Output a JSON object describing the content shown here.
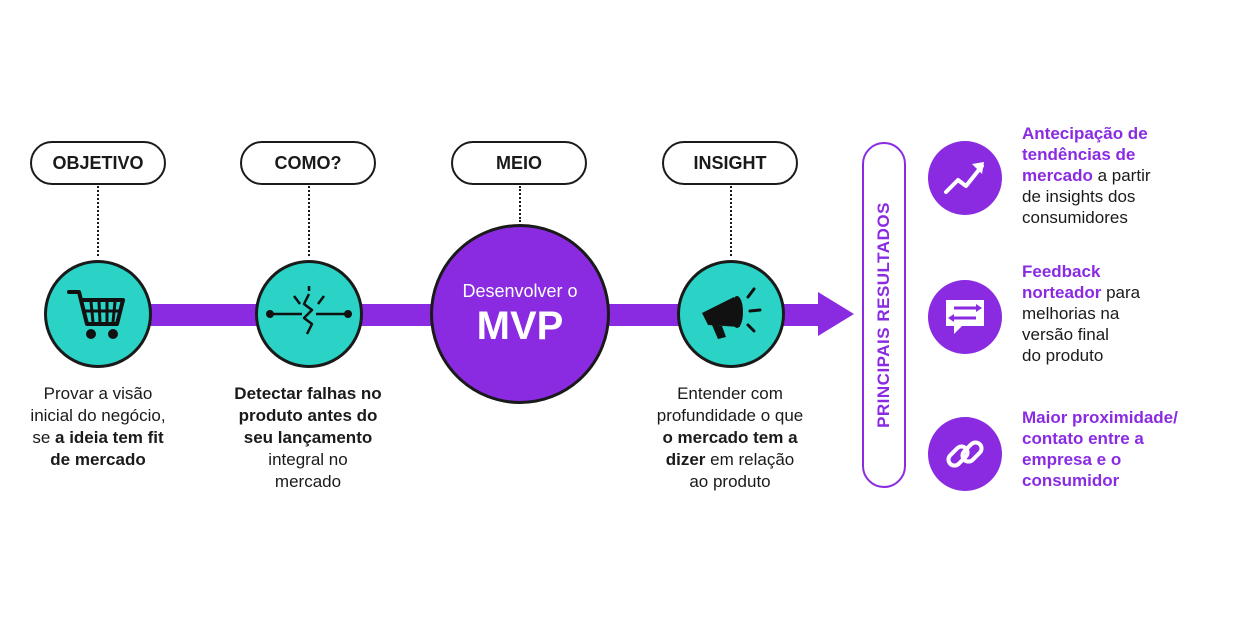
{
  "labels": {
    "objetivo": "OBJETIVO",
    "como": "COMO?",
    "meio": "MEIO",
    "insight": "INSIGHT"
  },
  "mvp": {
    "subtitle": "Desenvolver o",
    "title": "MVP"
  },
  "steps": {
    "objetivo": {
      "line1": "Provar a visão",
      "line2": "inicial do negócio,",
      "line3_prefix": "se ",
      "line3_bold": "a ideia tem fit",
      "line4_bold": "de mercado"
    },
    "como": {
      "line1_bold": "Detectar falhas no",
      "line2_bold": "produto antes do",
      "line3_bold": "seu lançamento",
      "line4": "integral no",
      "line5": "mercado"
    },
    "insight": {
      "line1": "Entender com",
      "line2": "profundidade o que",
      "line3_bold": "o mercado tem a",
      "line4_bold": "dizer",
      "line4_rest": " em relação",
      "line5": "ao produto"
    }
  },
  "results": {
    "heading": "PRINCIPAIS RESULTADOS",
    "items": [
      {
        "icon": "trend-up-icon",
        "l1_hl": "Antecipação de",
        "l2_hl": "tendências de",
        "l3_hl": "mercado",
        "l3_rest": " a partir",
        "l4": "de insights dos",
        "l5": "consumidores"
      },
      {
        "icon": "feedback-icon",
        "l1_hl": "Feedback",
        "l2_hl": "norteador",
        "l2_rest": " para",
        "l3": "melhorias na",
        "l4": "versão final",
        "l5": "do produto"
      },
      {
        "icon": "link-icon",
        "l1_hl": "Maior proximidade/",
        "l2_hl": "contato entre a",
        "l3_hl": "empresa e o",
        "l4_hl": "consumidor"
      }
    ]
  },
  "colors": {
    "purple": "#8a2be2",
    "teal": "#2ad3c5",
    "dark": "#1a1a1a"
  }
}
